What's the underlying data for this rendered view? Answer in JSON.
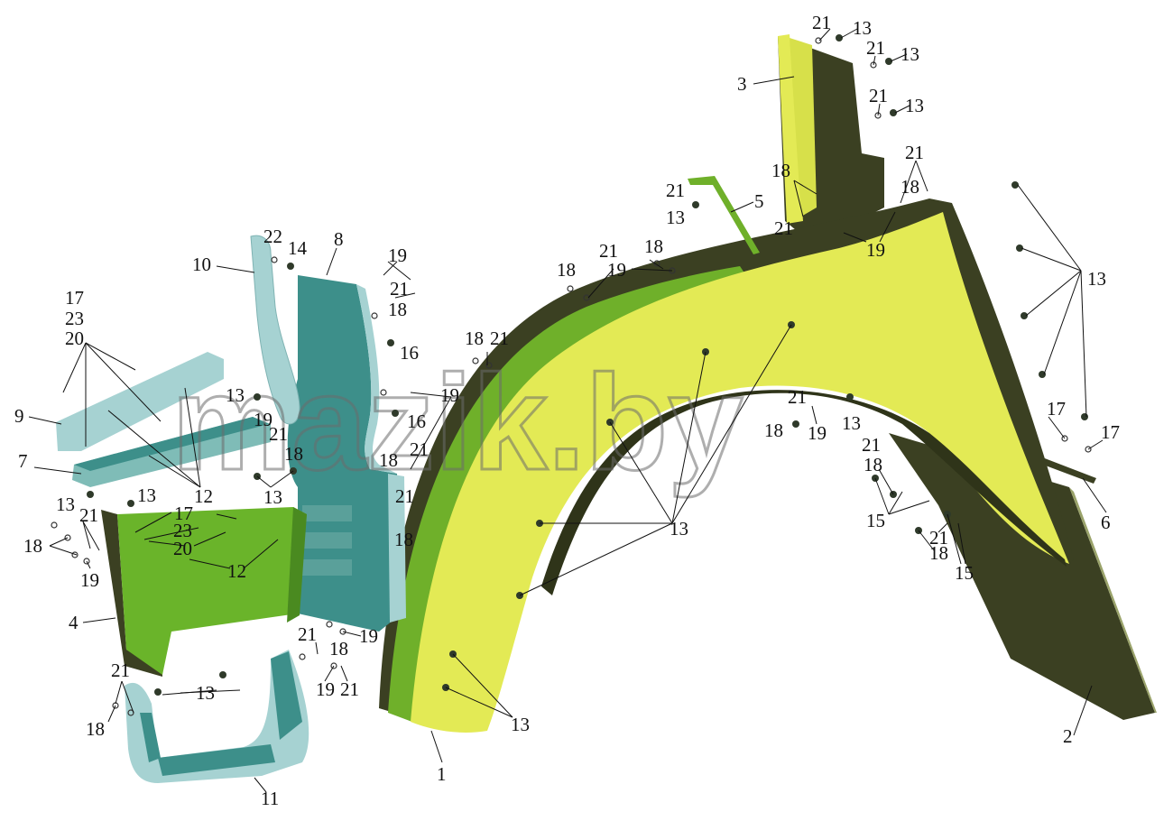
{
  "watermark": "mazik.by",
  "colors": {
    "fender_face": "#e3ea55",
    "fender_dark": "#3b4022",
    "fender_green": "#6fb02a",
    "mudflap": "#3b4022",
    "teal_panel": "#3d8f8a",
    "light_blue": "#a6d2d2",
    "step_green": "#6ab42a",
    "line": "#111111"
  },
  "callouts": {
    "c1": "1",
    "c2": "2",
    "c3": "3",
    "c4": "4",
    "c5": "5",
    "c6": "6",
    "c7": "7",
    "c8": "8",
    "c9": "9",
    "c10": "10",
    "c11": "11",
    "c12": "12",
    "c13": "13",
    "c14": "14",
    "c15": "15",
    "c16": "16",
    "c17": "17",
    "c18": "18",
    "c19": "19",
    "c20": "20",
    "c21": "21",
    "c22": "22",
    "c23": "23"
  }
}
